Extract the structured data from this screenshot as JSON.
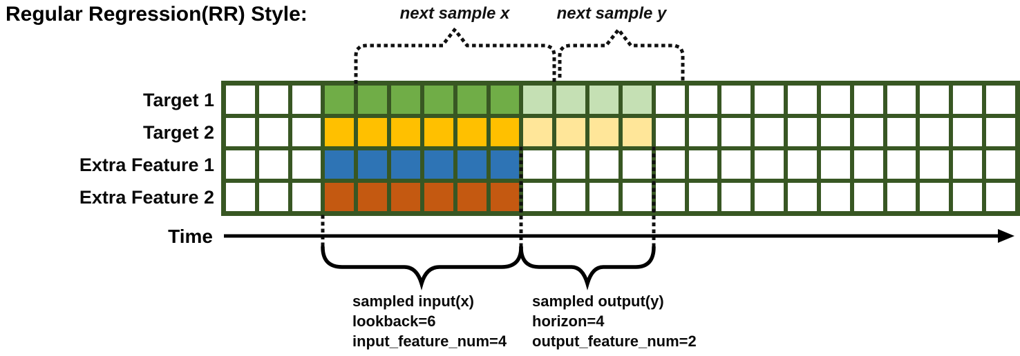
{
  "title": "Regular Regression(RR) Style:",
  "background_color": "#ffffff",
  "top_annotations": {
    "next_sample_x": "next sample x",
    "next_sample_y": "next sample y"
  },
  "grid": {
    "num_columns": 24,
    "num_rows": 4,
    "border_color": "#385723",
    "empty_cell_color": "#ffffff",
    "input_columns": {
      "start": 4,
      "end": 9
    },
    "output_columns": {
      "start": 10,
      "end": 13
    },
    "rows": [
      {
        "label": "Target 1",
        "input_color": "#70AD47",
        "output_color": "#C5E0B4"
      },
      {
        "label": "Target 2",
        "input_color": "#FFC000",
        "output_color": "#FFE699"
      },
      {
        "label": "Extra Feature 1",
        "input_color": "#2E74B5",
        "output_color": ""
      },
      {
        "label": "Extra Feature 2",
        "input_color": "#C45911",
        "output_color": ""
      }
    ]
  },
  "time_axis": {
    "label": "Time"
  },
  "sample_annotations": {
    "input": {
      "title": "sampled input(x)",
      "lookback": "lookback=6",
      "feature_num": "input_feature_num=4"
    },
    "output": {
      "title": "sampled output(y)",
      "horizon": "horizon=4",
      "feature_num": "output_feature_num=2"
    }
  }
}
